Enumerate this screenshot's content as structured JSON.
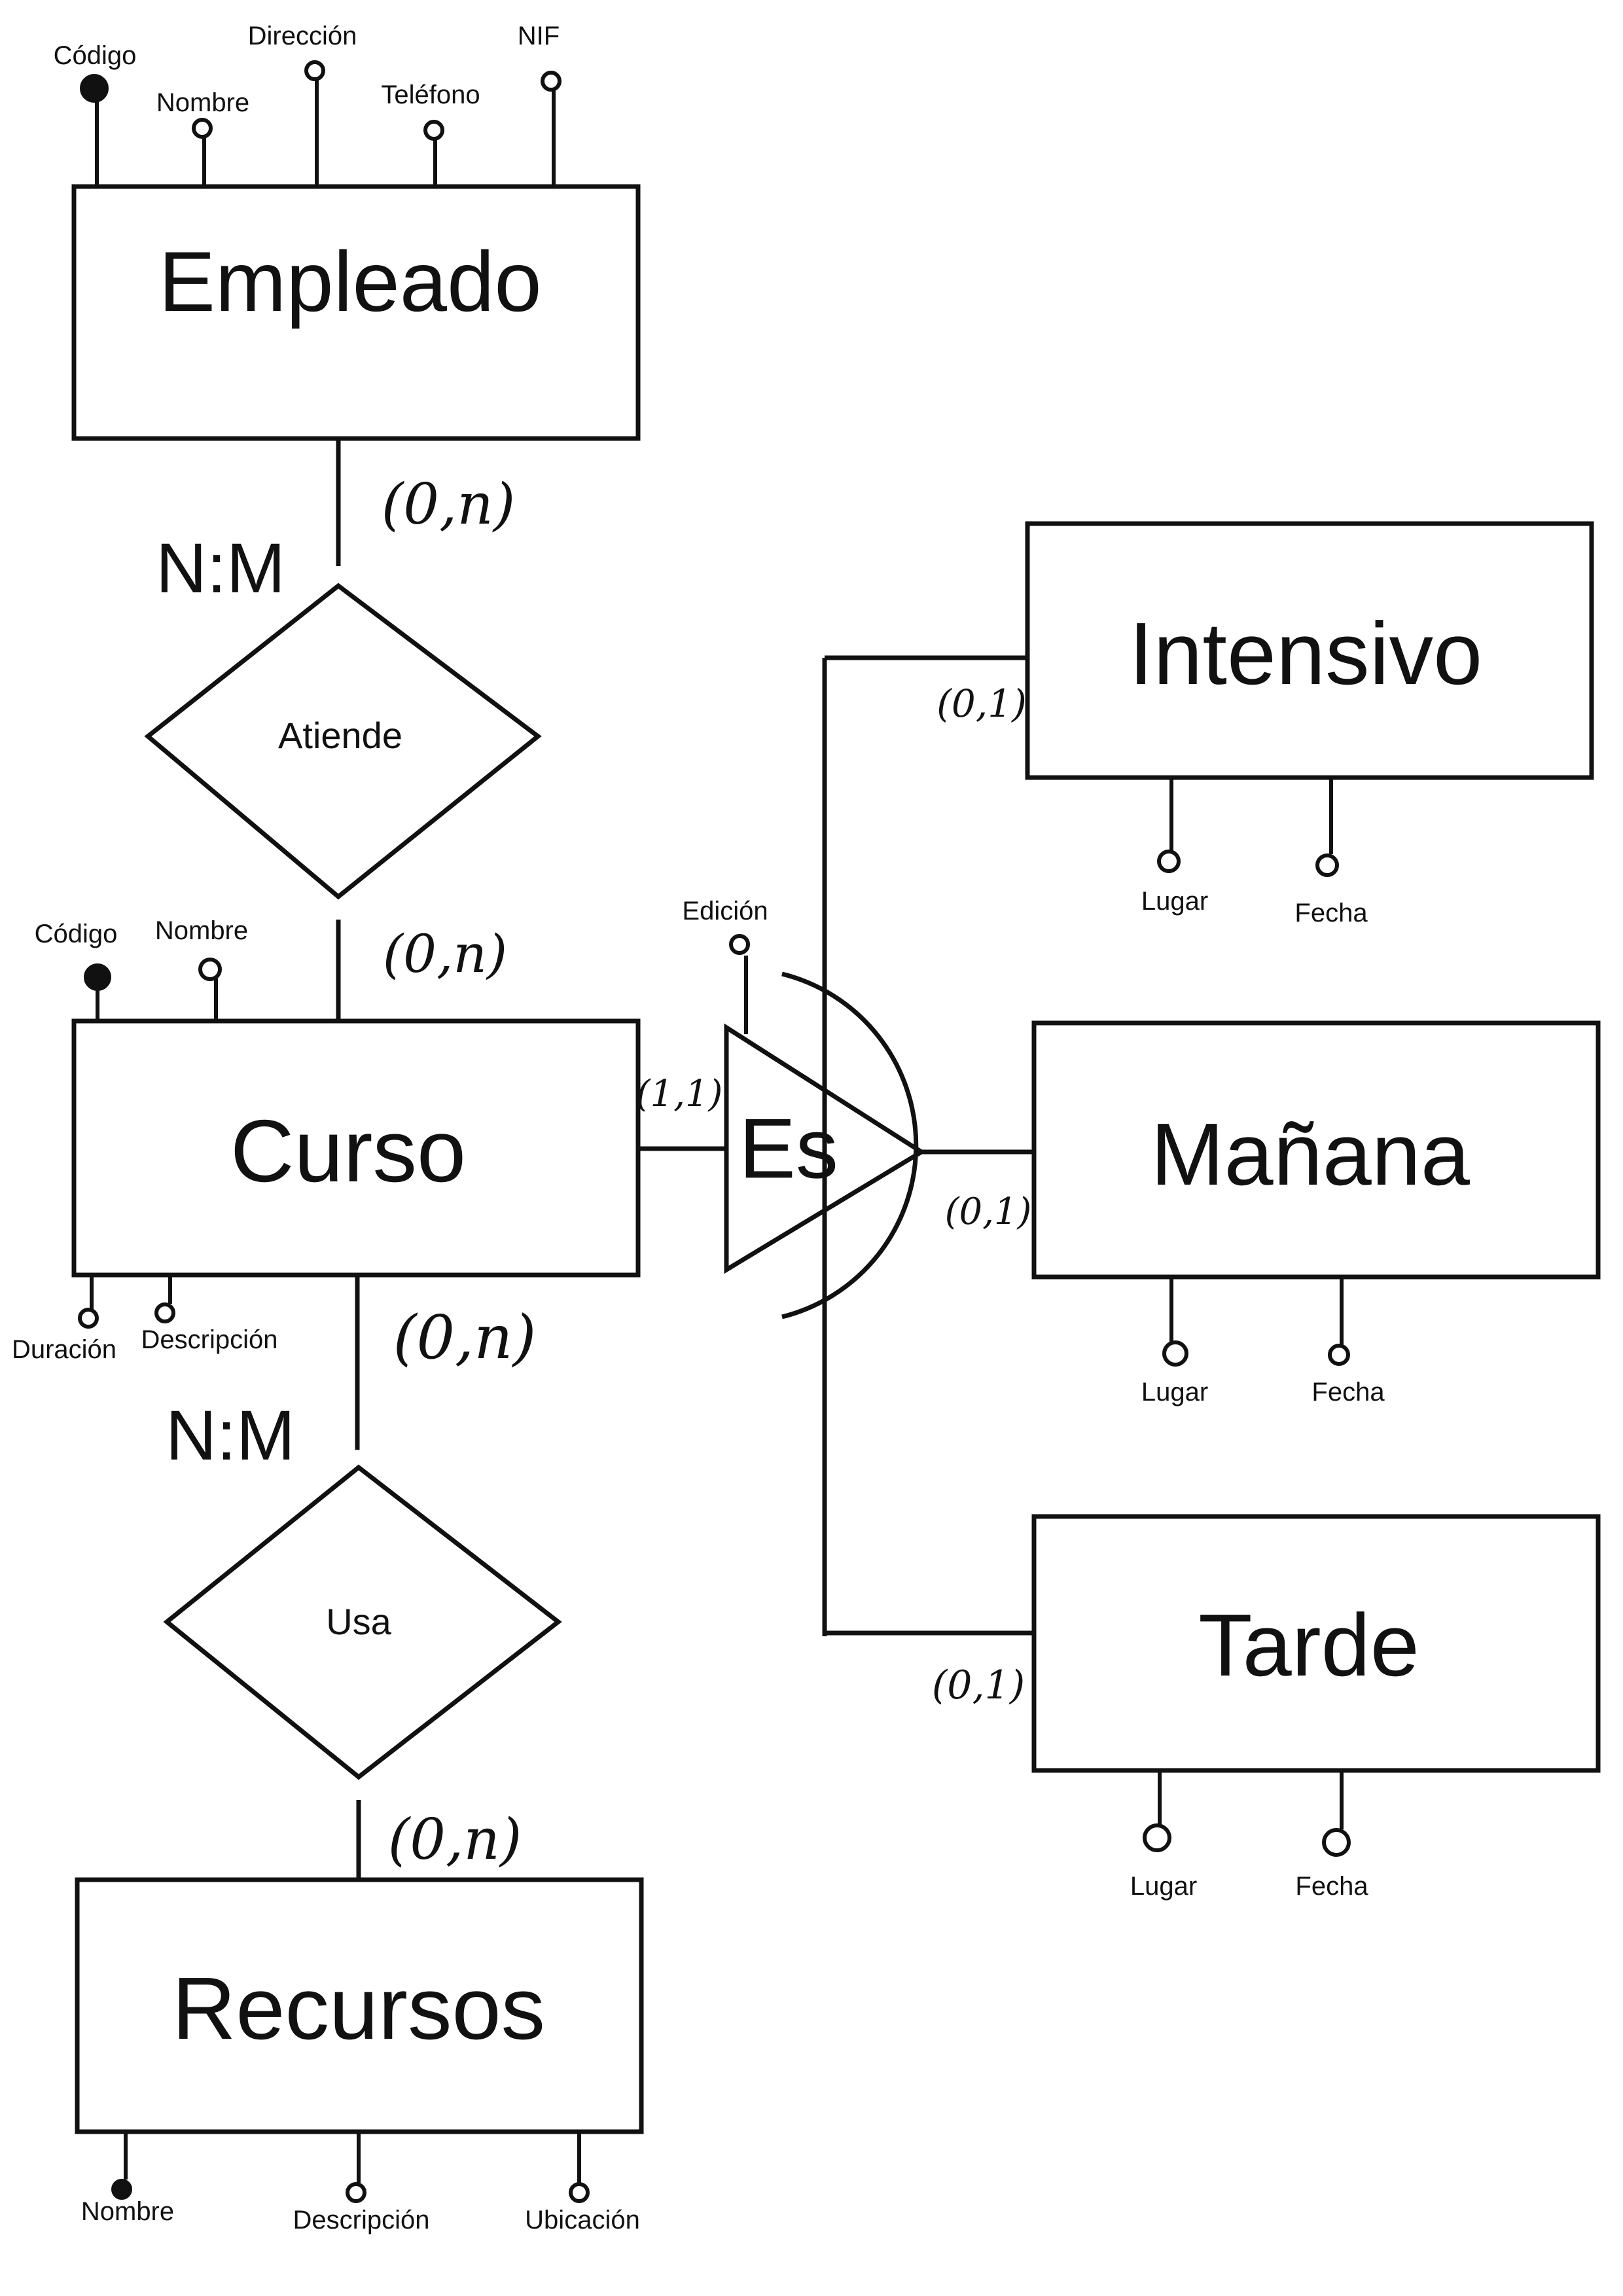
{
  "entities": {
    "empleado": "Empleado",
    "curso": "Curso",
    "recursos": "Recursos",
    "intensivo": "Intensivo",
    "manana": "Mañana",
    "tarde": "Tarde"
  },
  "relationships": {
    "atiende": "Atiende",
    "usa": "Usa",
    "es": "Es"
  },
  "ratios": {
    "atiende": "N:M",
    "usa": "N:M"
  },
  "cardinalities": {
    "empleado_atiende": "(0,n)",
    "curso_atiende": "(0,n)",
    "curso_usa": "(0,n)",
    "recursos_usa": "(0,n)",
    "curso_es": "(1,1)",
    "intensivo_es": "(0,1)",
    "manana_es": "(0,1)",
    "tarde_es": "(0,1)"
  },
  "attributes": {
    "empleado": [
      "Código",
      "Nombre",
      "Dirección",
      "Teléfono",
      "NIF"
    ],
    "curso": [
      "Código",
      "Nombre",
      "Duración",
      "Descripción"
    ],
    "recursos": [
      "Nombre",
      "Descripción",
      "Ubicación"
    ],
    "es": [
      "Edición"
    ],
    "intensivo": [
      "Lugar",
      "Fecha"
    ],
    "manana": [
      "Lugar",
      "Fecha"
    ],
    "tarde": [
      "Lugar",
      "Fecha"
    ]
  }
}
